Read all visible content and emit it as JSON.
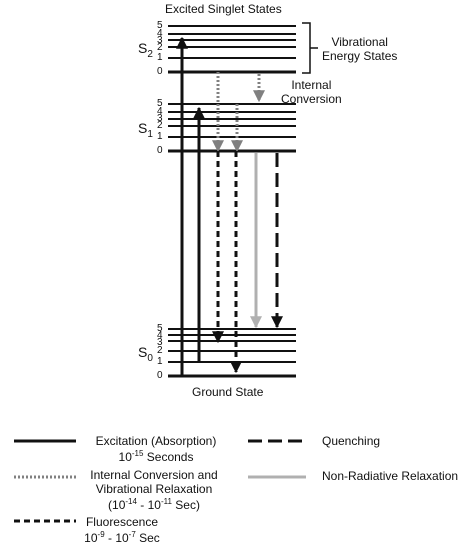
{
  "title": "Excited Singlet States",
  "states": {
    "s2": {
      "letter": "S",
      "sub": "2"
    },
    "s1": {
      "letter": "S",
      "sub": "1"
    },
    "s0": {
      "letter": "S",
      "sub": "0"
    }
  },
  "level_numbers": [
    "5",
    "4",
    "3",
    "2",
    "1",
    "0"
  ],
  "vibrational_label": [
    "Vibrational",
    "Energy States"
  ],
  "internal_conversion_label": [
    "Internal",
    "Conversion"
  ],
  "ground_state_label": "Ground State",
  "legend": {
    "excitation": {
      "line1": "Excitation (Absorption)",
      "base": "10",
      "exp": "-15",
      "tail": " Seconds"
    },
    "internal_conversion": {
      "line1": "Internal Conversion and",
      "line2": "Vibrational Relaxation",
      "open": "(10",
      "exp1": "-14",
      "mid": " - 10",
      "exp2": "-11",
      "close": " Sec)"
    },
    "fluorescence": {
      "line1": "Fluorescence",
      "base1": "10",
      "exp1": "-9",
      "mid": " - 10",
      "exp2": "-7",
      "tail": " Sec"
    },
    "quenching": {
      "label": "Quenching"
    },
    "non_radiative": {
      "label": "Non-Radiative Relaxation"
    }
  },
  "colors": {
    "black": "#111111",
    "dotted_gray": "#808080",
    "light_gray": "#b0b0b0"
  }
}
